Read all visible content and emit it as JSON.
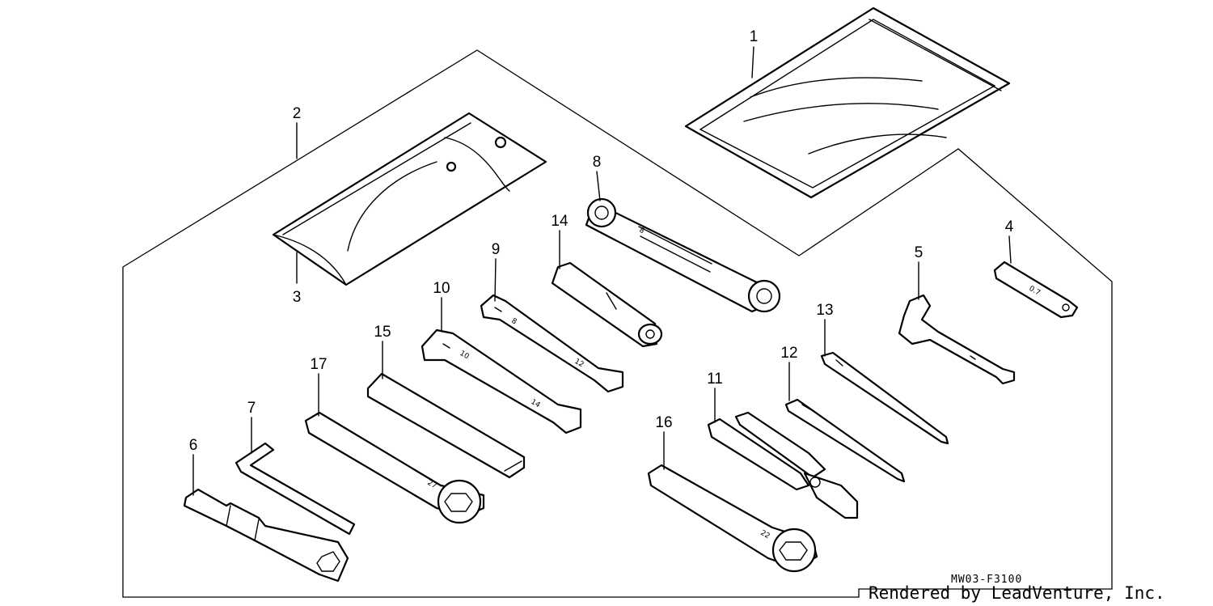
{
  "callouts": [
    {
      "id": "1",
      "label": "1"
    },
    {
      "id": "2",
      "label": "2"
    },
    {
      "id": "3",
      "label": "3"
    },
    {
      "id": "4",
      "label": "4"
    },
    {
      "id": "5",
      "label": "5"
    },
    {
      "id": "6",
      "label": "6"
    },
    {
      "id": "7",
      "label": "7"
    },
    {
      "id": "8",
      "label": "8"
    },
    {
      "id": "9",
      "label": "9"
    },
    {
      "id": "10",
      "label": "10"
    },
    {
      "id": "11",
      "label": "11"
    },
    {
      "id": "12",
      "label": "12"
    },
    {
      "id": "13",
      "label": "13"
    },
    {
      "id": "14",
      "label": "14"
    },
    {
      "id": "15",
      "label": "15"
    },
    {
      "id": "16",
      "label": "16"
    },
    {
      "id": "17",
      "label": "17"
    }
  ],
  "stamps": {
    "wrench_8": "8",
    "wrench_10": "10",
    "wrench_12": "12",
    "wrench_14": "14",
    "feeler_gauge": "0.7",
    "box_wrench_22": "22",
    "box_wrench_27": "27"
  },
  "diagram_code": "MW03-F3100",
  "credit": "Rendered by LeadVenture, Inc."
}
